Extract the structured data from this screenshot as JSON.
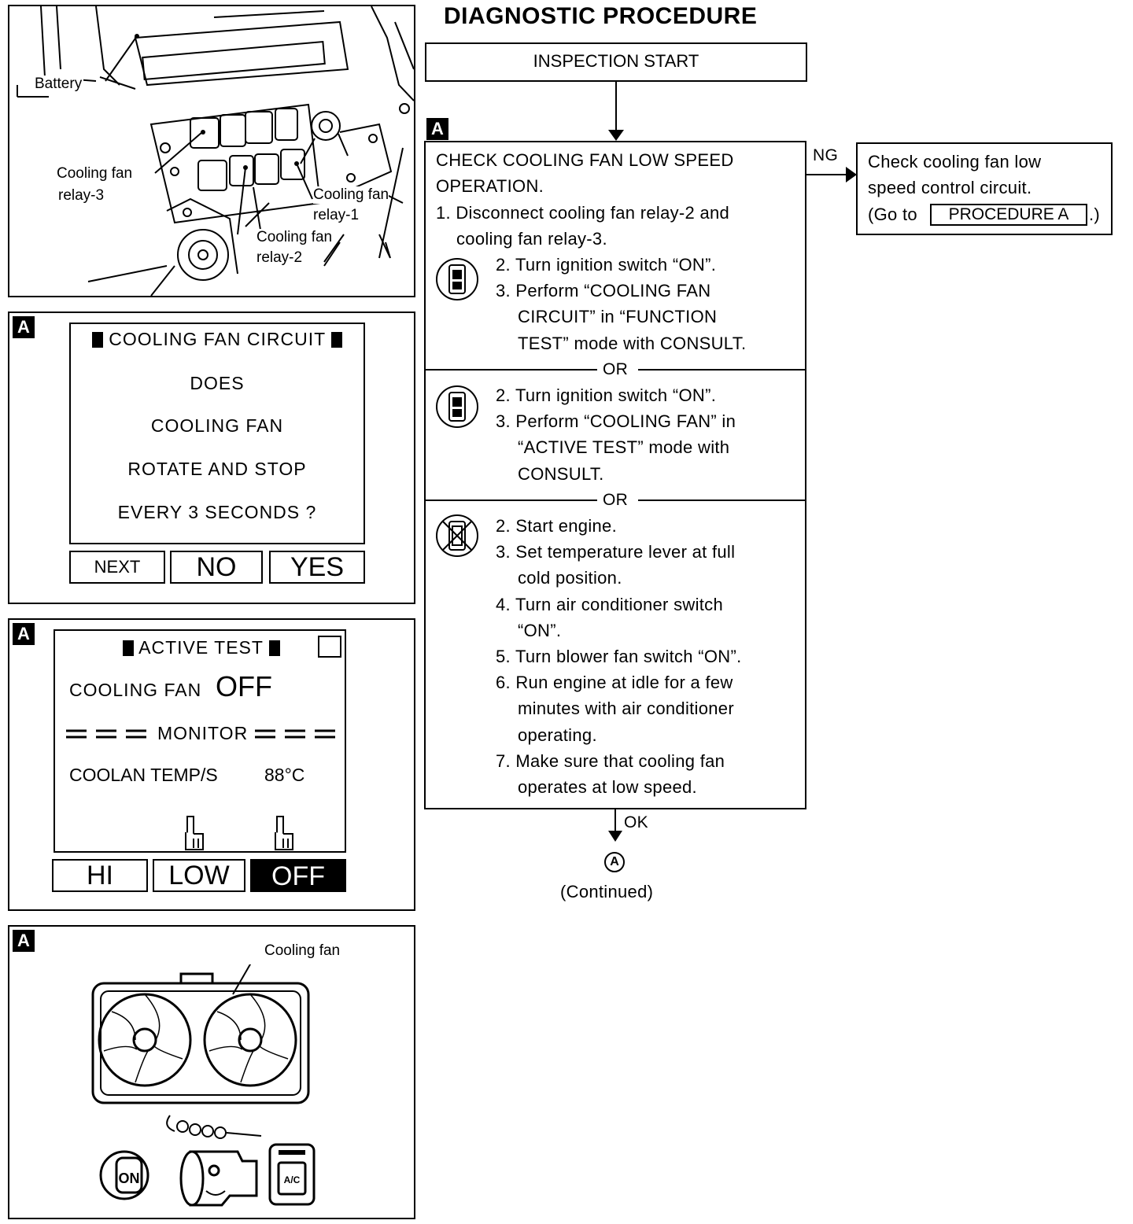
{
  "page_title": "DIAGNOSTIC PROCEDURE",
  "figure1": {
    "labels": {
      "battery": "Battery",
      "relay3_line1": "Cooling fan",
      "relay3_line2": "relay-3",
      "relay1_line1": "Cooling fan",
      "relay1_line2": "relay-1",
      "relay2_line1": "Cooling fan",
      "relay2_line2": "relay-2"
    }
  },
  "figure2": {
    "tag": "A",
    "screen_title": "COOLING FAN CIRCUIT",
    "lines": [
      "DOES",
      "COOLING FAN",
      "ROTATE AND STOP",
      "EVERY 3 SECONDS ?"
    ],
    "buttons": {
      "next": "NEXT",
      "no": "NO",
      "yes": "YES"
    }
  },
  "figure3": {
    "tag": "A",
    "screen_title": "ACTIVE TEST",
    "item_label": "COOLING FAN",
    "item_value": "OFF",
    "monitor_label": "MONITOR",
    "sensor_label": "COOLAN TEMP/S",
    "sensor_value": "88°C",
    "buttons": {
      "hi": "HI",
      "low": "LOW",
      "off": "OFF"
    }
  },
  "figure4": {
    "tag": "A",
    "cooling_fan_label": "Cooling fan",
    "key_label": "ON",
    "ac_label": "A/C"
  },
  "flow": {
    "start": "INSPECTION START",
    "step_tag": "A",
    "ng_label": "NG",
    "ok_label": "OK",
    "ng_box": {
      "line1": "Check cooling fan low",
      "line2": "speed control circuit.",
      "line3_prefix": "(Go to",
      "line3_ref": "PROCEDURE A",
      "line3_suffix": ".)"
    },
    "check": {
      "title_line1": "CHECK COOLING FAN LOW SPEED",
      "title_line2": "OPERATION.",
      "step1_line1": "1. Disconnect cooling fan relay-2 and",
      "step1_line2": "cooling fan relay-3.",
      "or_label": "OR",
      "section1": [
        "2. Turn ignition switch “ON”.",
        "3. Perform “COOLING FAN",
        "CIRCUIT” in “FUNCTION",
        "TEST” mode with CONSULT."
      ],
      "section2": [
        "2. Turn ignition switch “ON”.",
        "3. Perform “COOLING FAN” in",
        "“ACTIVE TEST” mode with",
        "CONSULT."
      ],
      "section3": [
        "2. Start engine.",
        "3. Set temperature lever at full",
        "cold position.",
        "4. Turn air conditioner switch",
        "“ON”.",
        "5. Turn blower fan switch “ON”.",
        "6. Run engine at idle for a few",
        "minutes with air conditioner",
        "operating.",
        "7. Make sure that cooling fan",
        "operates at low speed."
      ]
    },
    "continued_marker": "A",
    "continued_label": "(Continued)"
  }
}
